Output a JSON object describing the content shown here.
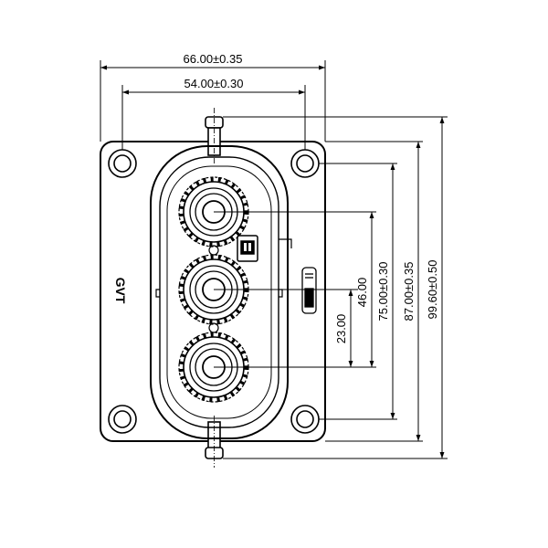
{
  "brand_mark": "GVT",
  "dimensions": {
    "overall_width": "66.00±0.35",
    "hole_spacing_x": "54.00±0.30",
    "pitch_23": "23.00",
    "pitch_46": "46.00",
    "hole_spacing_y": "75.00±0.30",
    "plate_height": "87.00±0.35",
    "overall_height": "99.60±0.50"
  },
  "colors": {
    "line": "#000000",
    "background": "#ffffff"
  }
}
